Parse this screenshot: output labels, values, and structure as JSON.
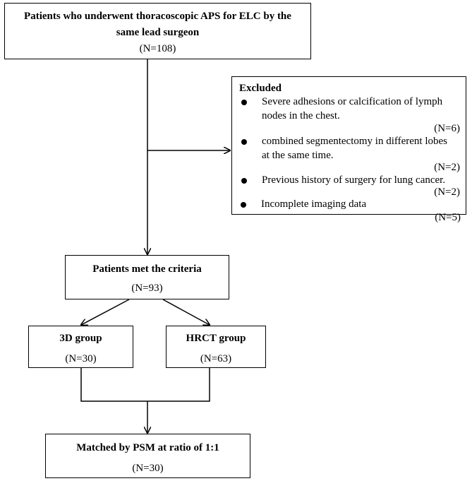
{
  "top_box": {
    "title_line1": "Patients who underwent thoracoscopic APS for ELC by the",
    "title_line2": "same lead surgeon",
    "count": "(N=108)"
  },
  "excluded": {
    "heading": "Excluded",
    "items": [
      {
        "line1": "Severe adhesions or calcification of lymph",
        "line2": "nodes in the chest.",
        "count": "(N=6)"
      },
      {
        "line1": "combined segmentectomy in different lobes",
        "line2": "at the same time.",
        "count": "(N=2)"
      },
      {
        "line1": "Previous history of surgery for lung cancer.",
        "line2": "",
        "count": "(N=2)"
      },
      {
        "line1": "Incomplete imaging data",
        "line2": "",
        "count": "(N=5)"
      }
    ]
  },
  "criteria_box": {
    "title": "Patients met the criteria",
    "count": "(N=93)"
  },
  "group_3d": {
    "title": "3D group",
    "count": "(N=30)"
  },
  "group_hrct": {
    "title": "HRCT group",
    "count": "(N=63)"
  },
  "matched_box": {
    "title": "Matched by PSM at ratio of 1:1",
    "count": "(N=30)"
  }
}
